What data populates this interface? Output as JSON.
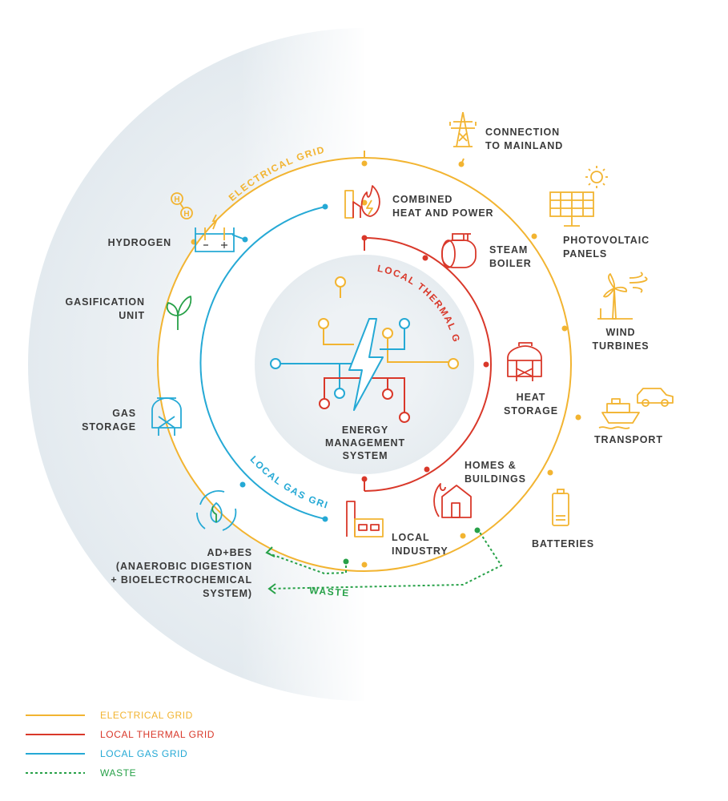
{
  "colors": {
    "electrical": "#f2b431",
    "thermal": "#d9382a",
    "gas": "#25a9d5",
    "waste": "#27a148",
    "text": "#3a3a3a",
    "halo": "#e6ecf0"
  },
  "arc_labels": {
    "electrical": "ELECTRICAL GRID",
    "thermal": "LOCAL THERMAL GRID",
    "gas": "LOCAL GAS GRID",
    "waste": "WASTE"
  },
  "center": {
    "line1": "ENERGY",
    "line2": "MANAGEMENT",
    "line3": "SYSTEM"
  },
  "nodes": {
    "connection": {
      "line1": "CONNECTION",
      "line2": "TO MAINLAND"
    },
    "chp": {
      "line1": "COMBINED",
      "line2": "HEAT AND POWER"
    },
    "pv": {
      "line1": "PHOTOVOLTAIC",
      "line2": "PANELS"
    },
    "steam": {
      "line1": "STEAM",
      "line2": "BOILER"
    },
    "wind": {
      "line1": "WIND",
      "line2": "TURBINES"
    },
    "heat": {
      "line1": "HEAT",
      "line2": "STORAGE"
    },
    "transport": {
      "line1": "TRANSPORT"
    },
    "homes": {
      "line1": "HOMES &",
      "line2": "BUILDINGS"
    },
    "batteries": {
      "line1": "BATTERIES"
    },
    "industry": {
      "line1": "LOCAL",
      "line2": "INDUSTRY"
    },
    "hydrogen": {
      "line1": "HYDROGEN",
      "h_glyph": "H"
    },
    "gasification": {
      "line1": "GASIFICATION",
      "line2": "UNIT"
    },
    "gas_storage": {
      "line1": "GAS",
      "line2": "STORAGE"
    },
    "adbes": {
      "line1": "AD+BES",
      "line2": "(ANAEROBIC DIGESTION",
      "line3": "+ BIOELECTROCHEMICAL",
      "line4": "SYSTEM)"
    }
  },
  "legend": [
    {
      "label": "ELECTRICAL GRID",
      "color": "#f2b431",
      "style": "solid"
    },
    {
      "label": "LOCAL THERMAL GRID",
      "color": "#d9382a",
      "style": "solid"
    },
    {
      "label": "LOCAL GAS GRID",
      "color": "#25a9d5",
      "style": "solid"
    },
    {
      "label": "WASTE",
      "color": "#27a148",
      "style": "dashed"
    }
  ]
}
